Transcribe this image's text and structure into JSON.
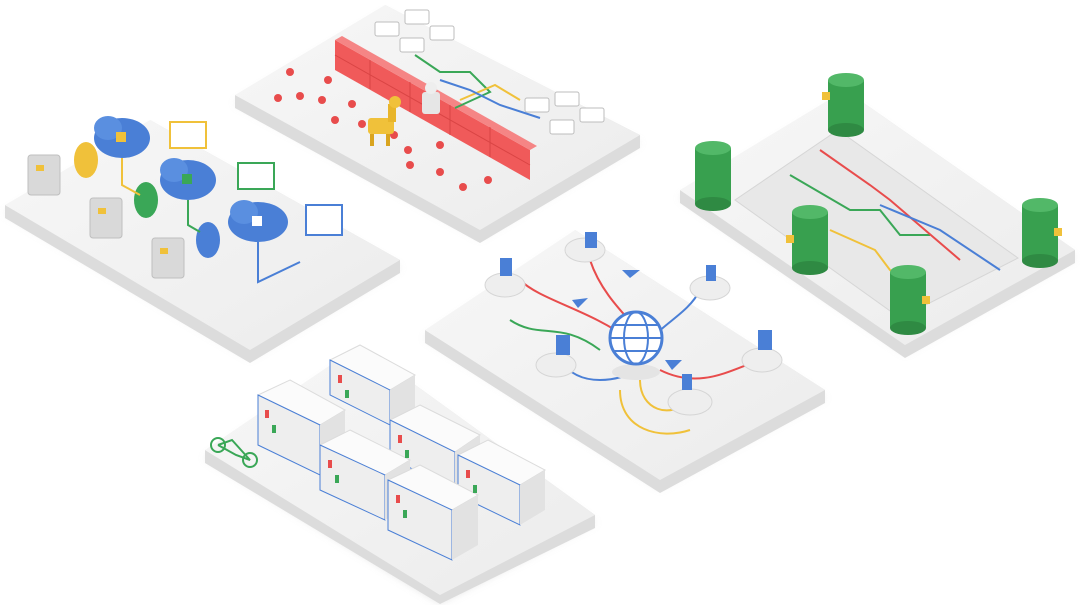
{
  "scene": {
    "colors": {
      "background": "#ffffff",
      "platform_top": "#f2f2f2",
      "platform_edge": "#dcdcdc",
      "platform_shadow": "#c9c9c9",
      "google_blue": "#4a7fd6",
      "google_red": "#e84c4c",
      "google_yellow": "#f0c13a",
      "google_green": "#3aa757",
      "firewall_red": "#f05a5a",
      "db_green": "#38a04f",
      "server_white": "#f7f7f7",
      "cloud_white": "#eeeeee"
    },
    "platforms": [
      {
        "name": "identity-cloud-platform",
        "icons": [
          "id-card-icon",
          "fingerprint-icon",
          "cloud-lock-icon",
          "monitor-icon"
        ]
      },
      {
        "name": "firewall-platform",
        "icons": [
          "firewall-wall-icon",
          "trojan-horse-icon",
          "threat-icon",
          "workstation-icon"
        ]
      },
      {
        "name": "database-platform",
        "icons": [
          "database-icon",
          "network-line-icon"
        ]
      },
      {
        "name": "global-network-platform",
        "icons": [
          "globe-icon",
          "cloud-node-icon",
          "laptop-icon"
        ]
      },
      {
        "name": "data-center-platform",
        "icons": [
          "server-rack-icon",
          "bicycle-icon"
        ]
      }
    ]
  }
}
